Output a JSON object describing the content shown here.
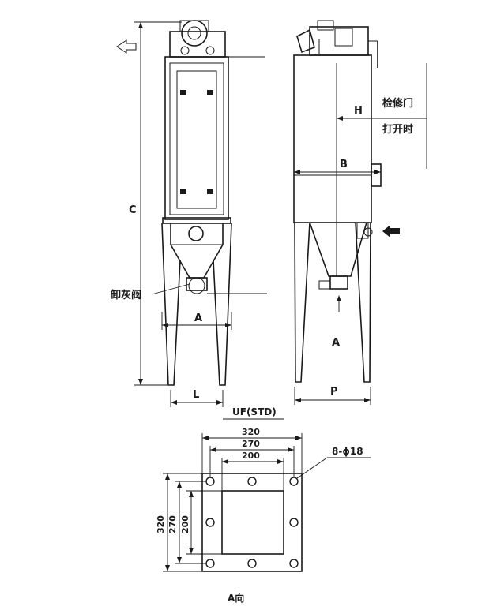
{
  "front_view": {
    "dim_c": "C",
    "dim_a": "A",
    "dim_l": "L",
    "valve_label": "卸灰阀"
  },
  "side_view": {
    "dim_h": "H",
    "dim_b": "B",
    "dim_a": "A",
    "dim_p": "P",
    "door_label_1": "检修门",
    "door_label_2": "打开时"
  },
  "flange": {
    "title": "UF(STD)",
    "dim_outer_w": "320",
    "dim_mid_w": "270",
    "dim_inner_w": "200",
    "dim_outer_h": "320",
    "dim_mid_h": "270",
    "dim_inner_h": "200",
    "holes_label": "8-ϕ18",
    "view_label": "A向"
  },
  "colors": {
    "line": "#1a1a1a",
    "background": "#ffffff"
  }
}
